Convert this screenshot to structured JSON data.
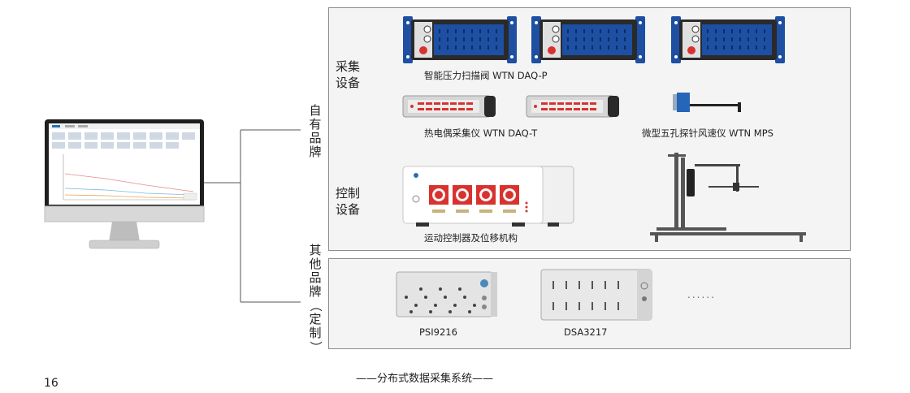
{
  "page_number": "16",
  "caption": "——分布式数据采集系统——",
  "own_brand": {
    "label": "自有品牌",
    "acquisition": {
      "label_line1": "采集",
      "label_line2": "设备",
      "daq_p": "智能压力扫描阀 WTN DAQ-P",
      "daq_t": "热电偶采集仪  WTN DAQ-T",
      "mps": "微型五孔探针风速仪  WTN MPS"
    },
    "control": {
      "label_line1": "控制",
      "label_line2": "设备",
      "controller": "运动控制器及位移机构"
    }
  },
  "other_brand": {
    "label": "其他品牌（定制）",
    "psi": "PSI9216",
    "dsa": "DSA3217",
    "ellipsis": "......"
  },
  "colors": {
    "scanner_blue": "#1d4fa3",
    "connector_red": "#d9322e",
    "panel_border": "#8c8c8c",
    "line": "#555555"
  }
}
